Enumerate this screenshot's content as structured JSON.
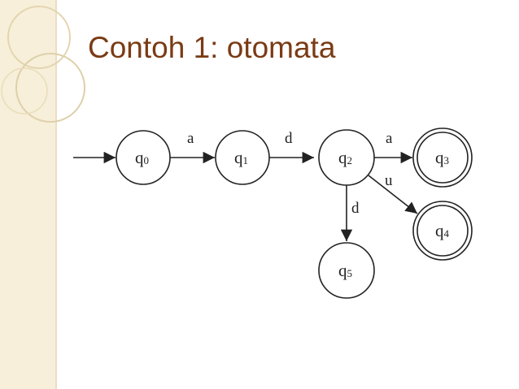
{
  "slide": {
    "title": "Contoh 1: otomata"
  },
  "automaton": {
    "states": [
      {
        "id": "q0",
        "base": "q",
        "sub": "0",
        "accepting": false,
        "initial": true
      },
      {
        "id": "q1",
        "base": "q",
        "sub": "1",
        "accepting": false,
        "initial": false
      },
      {
        "id": "q2",
        "base": "q",
        "sub": "2",
        "accepting": false,
        "initial": false
      },
      {
        "id": "q3",
        "base": "q",
        "sub": "3",
        "accepting": true,
        "initial": false
      },
      {
        "id": "q4",
        "base": "q",
        "sub": "4",
        "accepting": true,
        "initial": false
      },
      {
        "id": "q5",
        "base": "q",
        "sub": "5",
        "accepting": false,
        "initial": false
      }
    ],
    "transitions": [
      {
        "from": "q0",
        "to": "q1",
        "symbol": "a"
      },
      {
        "from": "q1",
        "to": "q2",
        "symbol": "d"
      },
      {
        "from": "q2",
        "to": "q3",
        "symbol": "a"
      },
      {
        "from": "q2",
        "to": "q4",
        "symbol": "u"
      },
      {
        "from": "q2",
        "to": "q5",
        "symbol": "d"
      }
    ]
  },
  "colors": {
    "title": "#7a3b14",
    "strip": "#f7efd9",
    "stroke": "#222222"
  }
}
